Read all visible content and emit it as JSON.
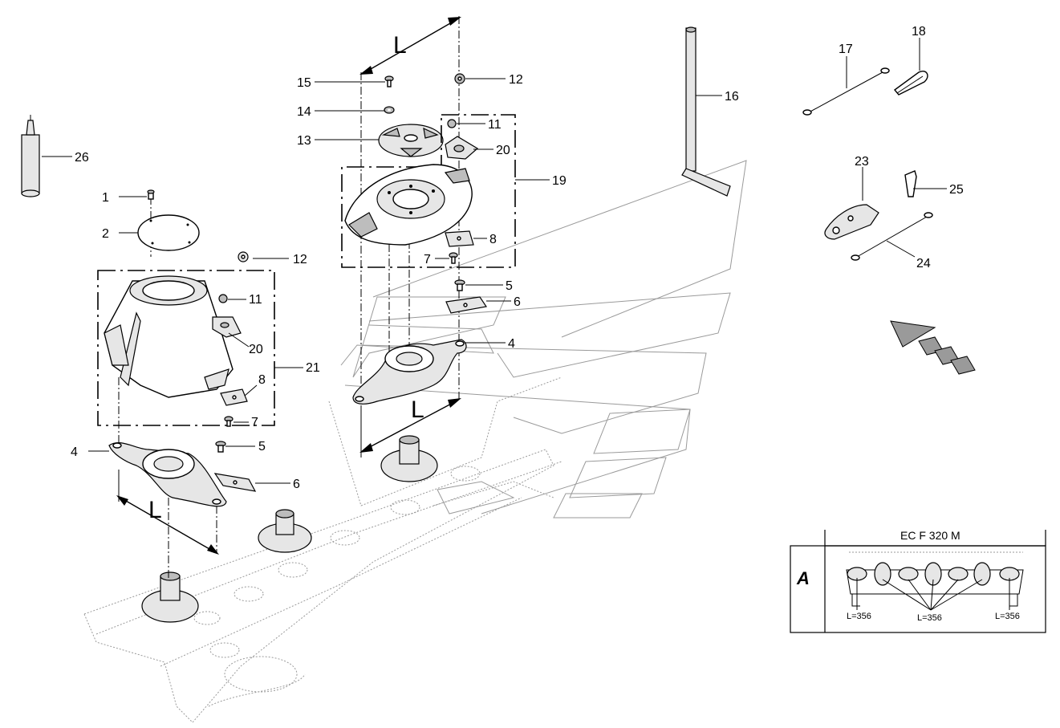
{
  "parts": [
    {
      "label": "1"
    },
    {
      "label": "2"
    },
    {
      "label": "4"
    },
    {
      "label": "5"
    },
    {
      "label": "6"
    },
    {
      "label": "7"
    },
    {
      "label": "8"
    },
    {
      "label": "11"
    },
    {
      "label": "12"
    },
    {
      "label": "20"
    },
    {
      "label": "21"
    },
    {
      "label": "26"
    },
    {
      "label": "15"
    },
    {
      "label": "14"
    },
    {
      "label": "13"
    },
    {
      "label": "12"
    },
    {
      "label": "11"
    },
    {
      "label": "20"
    },
    {
      "label": "19"
    },
    {
      "label": "8"
    },
    {
      "label": "7"
    },
    {
      "label": "5"
    },
    {
      "label": "6"
    },
    {
      "label": "4"
    },
    {
      "label": "16"
    },
    {
      "label": "17"
    },
    {
      "label": "18"
    },
    {
      "label": "23"
    },
    {
      "label": "25"
    },
    {
      "label": "24"
    }
  ],
  "dimension_label": "L",
  "inset": {
    "view_letter": "A",
    "title": "EC F 320 M",
    "lengths": [
      "L=356",
      "L=356",
      "L=356"
    ]
  }
}
